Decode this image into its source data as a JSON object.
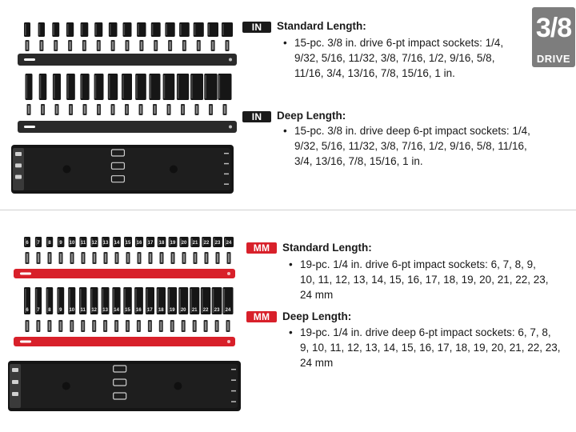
{
  "drive": {
    "fraction": "3/8",
    "label": "DRIVE"
  },
  "sections": [
    {
      "badge": "IN",
      "items": [
        {
          "title": "Standard Length:",
          "bullet": "15-pc. 3/8 in. drive 6-pt impact sockets: 1/4, 9/32, 5/16, 11/32, 3/8, 7/16, 1/2, 9/16, 5/8, 11/16, 3/4, 13/16, 7/8, 15/16, 1 in.",
          "lines": [
            "15-pc. 3/8 in. drive 6-pt impact sockets: 1/4,",
            "9/32, 5/16, 11/32, 3/8, 7/16, 1/2, 9/16, 5/8,",
            "11/16, 3/4, 13/16, 7/8, 15/16, 1 in."
          ]
        },
        {
          "title": "Deep Length:",
          "lines": [
            "15-pc. 3/8 in. drive deep 6-pt impact sockets: 1/4,",
            "9/32, 5/16, 11/32, 3/8, 7/16, 1/2, 9/16, 5/8, 11/16,",
            "3/4, 13/16, 7/8, 15/16, 1 in."
          ]
        }
      ]
    },
    {
      "badge": "MM",
      "items": [
        {
          "title": "Standard Length:",
          "lines": [
            "19-pc. 1/4 in. drive 6-pt impact sockets: 6, 7, 8, 9,",
            "10, 11, 12, 13, 14, 15, 16, 17, 18, 19, 20, 21, 22, 23,",
            "24 mm"
          ]
        },
        {
          "title": "Deep Length:",
          "lines": [
            "19-pc. 1/4 in. drive deep 6-pt impact sockets: 6, 7, 8,",
            "9, 10, 11, 12, 13, 14, 15, 16, 17, 18, 19, 20, 21, 22, 23,",
            "24 mm"
          ]
        }
      ]
    }
  ],
  "metric_socket_sizes": [
    "6",
    "7",
    "8",
    "9",
    "10",
    "11",
    "12",
    "13",
    "14",
    "15",
    "16",
    "17",
    "18",
    "19",
    "20",
    "21",
    "22",
    "23",
    "24"
  ],
  "colors": {
    "rail_in": "#2a2a2a",
    "rail_mm": "#d8202a",
    "badge_in": "#1a1a1a",
    "badge_mm": "#d8202a",
    "drive_box": "#7d7d7d"
  }
}
